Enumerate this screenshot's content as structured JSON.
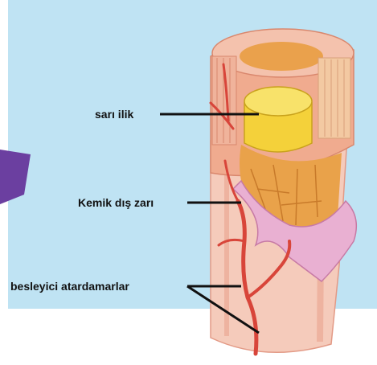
{
  "labels": {
    "marrow": "sarı ilik",
    "periosteum": "Kemik dış zarı",
    "arteries": "besleyici atardamarlar"
  },
  "colors": {
    "background_panel": "#bfe3f3",
    "arrow": "#6b3fa0",
    "bone_outer": "#f2b9a6",
    "bone_shaft": "#f5cbbb",
    "marrow_yellow": "#f4d13a",
    "spongy_bone": "#e9a24a",
    "artery": "#d8453a",
    "leader_line": "#111111"
  }
}
